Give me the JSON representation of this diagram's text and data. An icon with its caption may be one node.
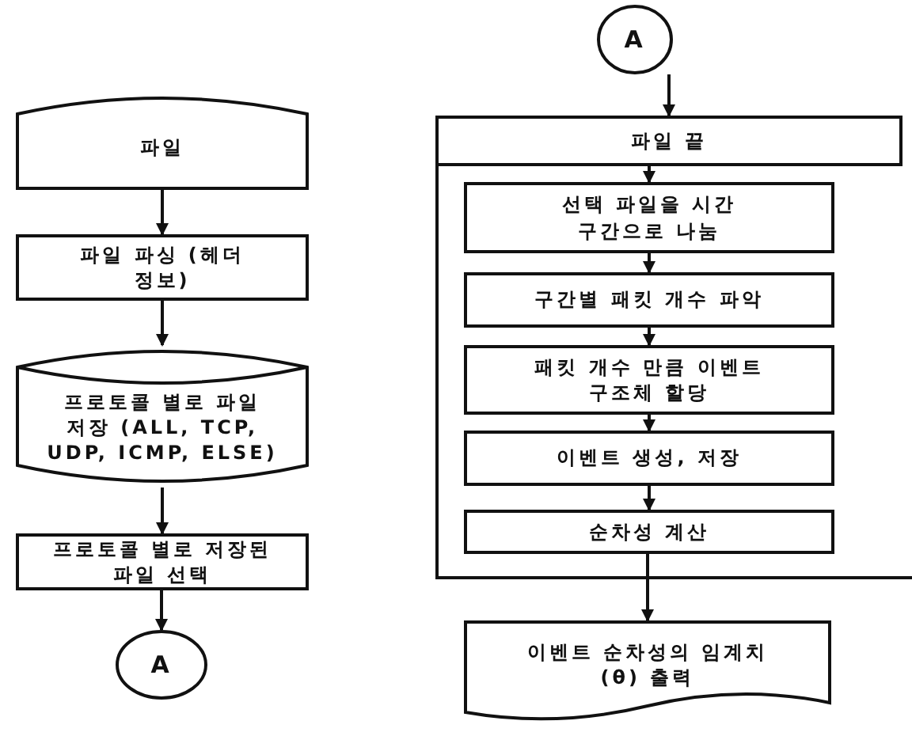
{
  "diagram": {
    "nodes": [
      {
        "text": [
          "파일"
        ]
      },
      {
        "text": [
          "파일 파싱 (헤더 정보)"
        ]
      },
      {
        "text": [
          "프로토콜 별로 파일 저장 (ALL, TCP, UDP, ICMP, ELSE)"
        ]
      },
      {
        "text": [
          "프로토콜 별로 저장된 파일 선택"
        ]
      },
      {
        "text": [
          "A"
        ]
      },
      {
        "text": [
          "A"
        ]
      },
      {
        "text": [
          "파일 끝"
        ]
      },
      {
        "text": [
          "선택 파일을 시간 구간으로 나눔"
        ]
      },
      {
        "text": [
          "구간별 패킷 개수 파악"
        ]
      },
      {
        "text": [
          "패킷 개수 만큼 이벤트 구조체 할당"
        ]
      },
      {
        "text": [
          "이벤트 생성, 저장"
        ]
      },
      {
        "text": [
          "순차성 계산"
        ]
      },
      {
        "text": [
          "이벤트 순차성의 임계치(θ) 출력"
        ]
      }
    ],
    "edges": [
      {
        "from": 0,
        "to": 1,
        "arrow": "to"
      },
      {
        "from": 1,
        "to": 2,
        "arrow": "to"
      },
      {
        "from": 2,
        "to": 3,
        "arrow": "to"
      },
      {
        "from": 3,
        "to": 4,
        "arrow": "to"
      },
      {
        "from": 5,
        "to": 6,
        "arrow": "to"
      },
      {
        "from": 6,
        "to": 7,
        "arrow": "to"
      },
      {
        "from": 7,
        "to": 8,
        "arrow": "to"
      },
      {
        "from": 8,
        "to": 9,
        "arrow": "to"
      },
      {
        "from": 9,
        "to": 10,
        "arrow": "to"
      },
      {
        "from": 10,
        "to": 11,
        "arrow": "to"
      },
      {
        "from": 11,
        "to": 12,
        "arrow": "to"
      }
    ]
  }
}
